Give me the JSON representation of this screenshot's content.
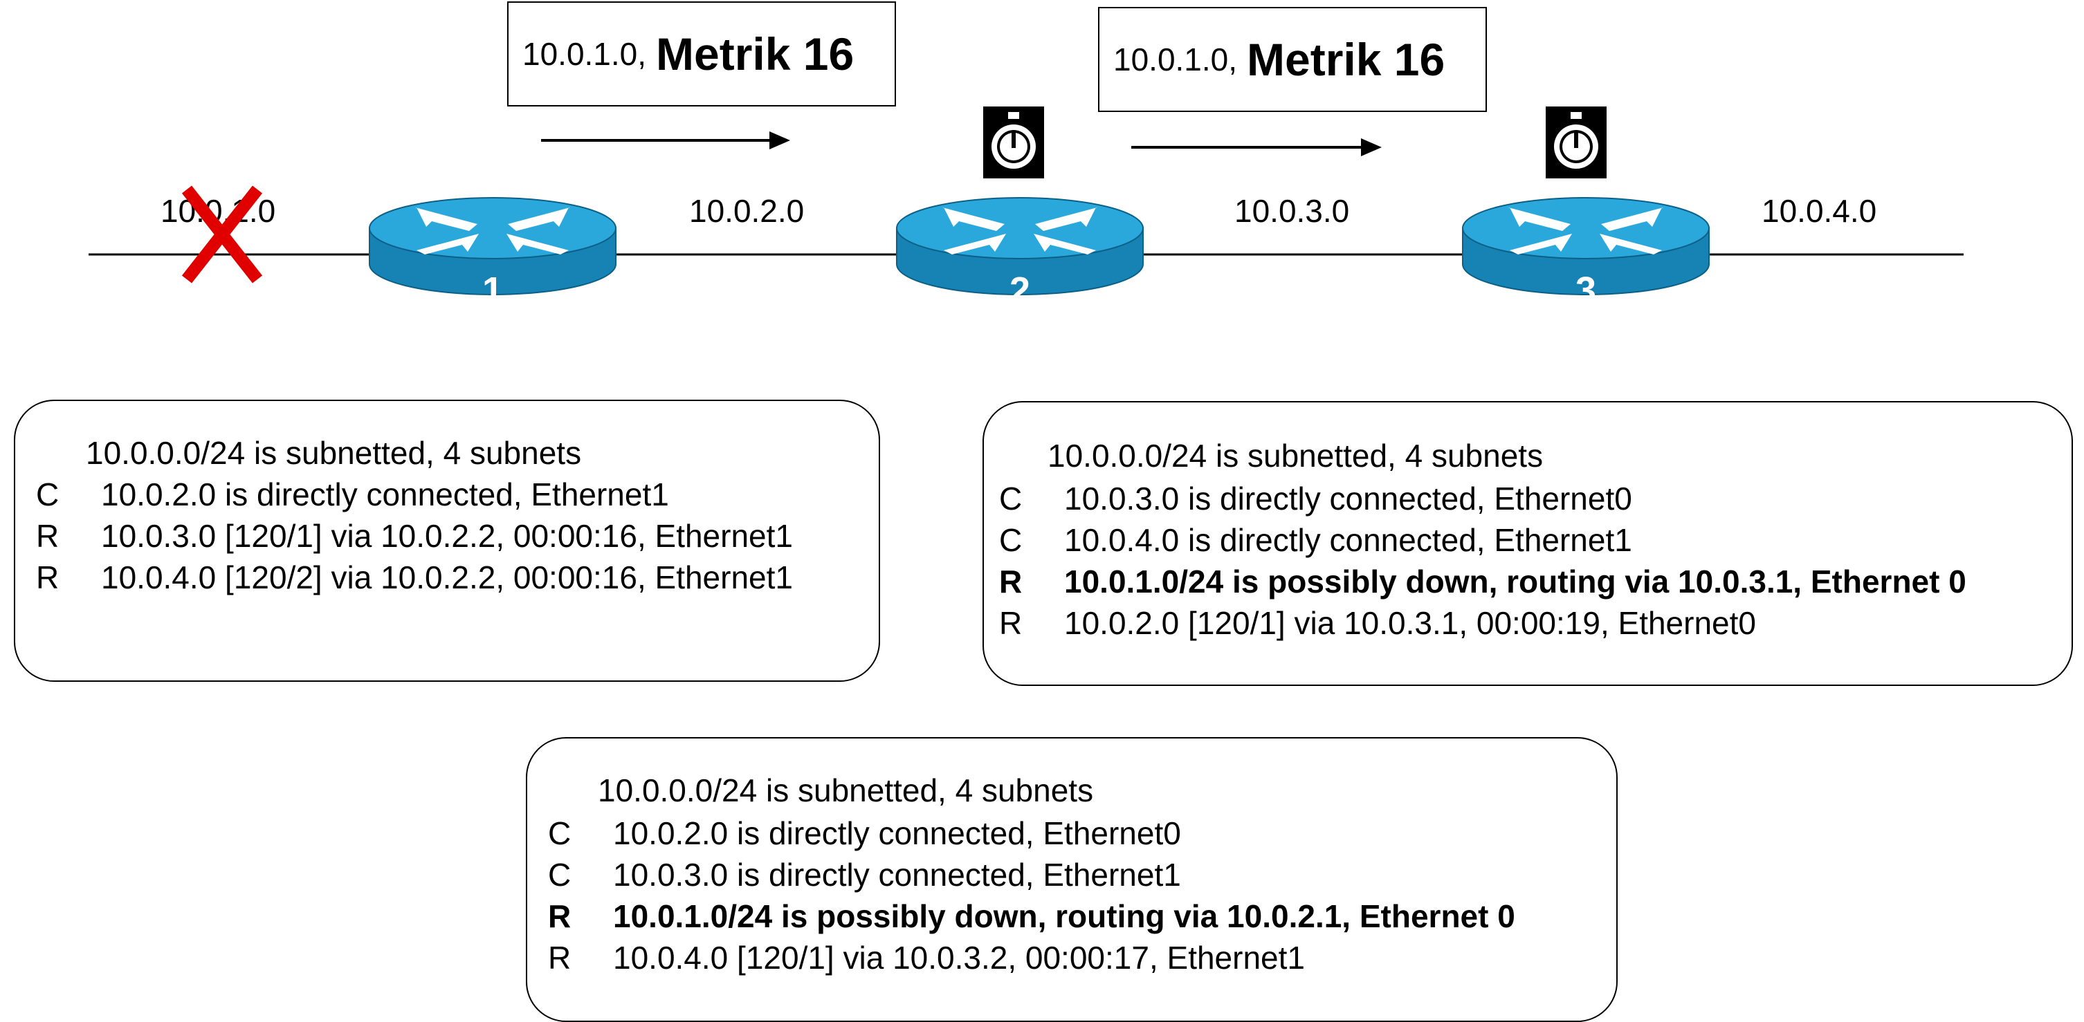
{
  "updates": [
    {
      "net": "10.0.1.0,",
      "metric": "Metrik 16"
    },
    {
      "net": "10.0.1.0,",
      "metric": "Metrik 16"
    }
  ],
  "networks": [
    "10.0.1.0",
    "10.0.2.0",
    "10.0.3.0",
    "10.0.4.0"
  ],
  "routers": [
    "1",
    "2",
    "3"
  ],
  "icons": {
    "failure": "red-x-icon",
    "timer": "stopwatch-icon",
    "router": "router-icon",
    "arrow": "arrow-right-icon"
  },
  "colors": {
    "router_top": "#2aa8dc",
    "router_side": "#1683b4",
    "failure": "#e00000"
  },
  "tables": [
    {
      "header": "10.0.0.0/24 is subnetted, 4 subnets",
      "rows": [
        {
          "code": "C",
          "text": "10.0.2.0 is directly connected, Ethernet1",
          "bold": false
        },
        {
          "code": "R",
          "text": "10.0.3.0 [120/1] via 10.0.2.2, 00:00:16, Ethernet1",
          "bold": false
        },
        {
          "code": "R",
          "text": "10.0.4.0 [120/2] via 10.0.2.2, 00:00:16, Ethernet1",
          "bold": false
        }
      ]
    },
    {
      "header": "10.0.0.0/24 is subnetted, 4 subnets",
      "rows": [
        {
          "code": "C",
          "text": "10.0.3.0 is directly connected, Ethernet0",
          "bold": false
        },
        {
          "code": "C",
          "text": "10.0.4.0 is directly connected, Ethernet1",
          "bold": false
        },
        {
          "code": "R",
          "text": "10.0.1.0/24 is possibly down, routing via 10.0.3.1, Ethernet 0",
          "bold": true
        },
        {
          "code": "R",
          "text": "10.0.2.0 [120/1] via 10.0.3.1, 00:00:19, Ethernet0",
          "bold": false
        }
      ]
    },
    {
      "header": "10.0.0.0/24 is subnetted, 4 subnets",
      "rows": [
        {
          "code": "C",
          "text": "10.0.2.0 is directly connected, Ethernet0",
          "bold": false
        },
        {
          "code": "C",
          "text": "10.0.3.0 is directly connected, Ethernet1",
          "bold": false
        },
        {
          "code": "R",
          "text": "10.0.1.0/24 is possibly down, routing via 10.0.2.1, Ethernet 0",
          "bold": true
        },
        {
          "code": "R",
          "text": "10.0.4.0 [120/1] via 10.0.3.2, 00:00:17, Ethernet1",
          "bold": false
        }
      ]
    }
  ]
}
